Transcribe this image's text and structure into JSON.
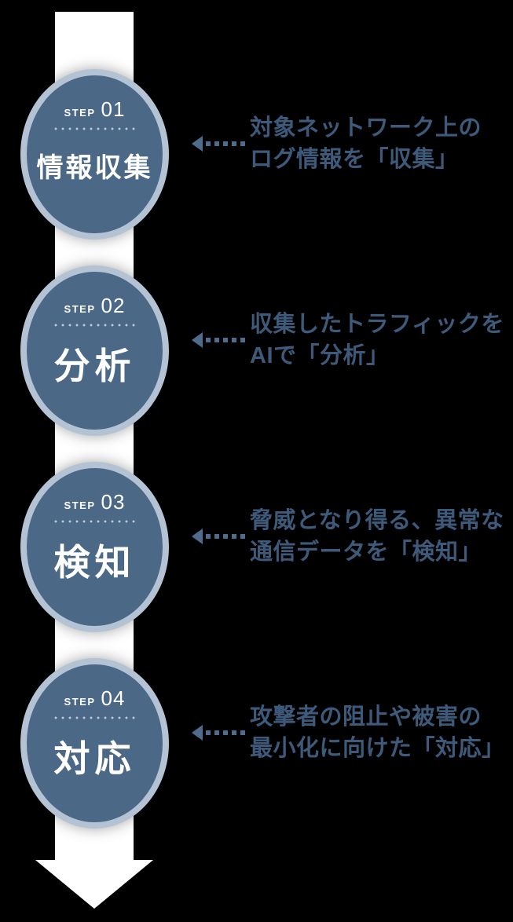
{
  "diagram": {
    "steps": [
      {
        "step_label": "STEP",
        "step_number": "01",
        "title": "情報収集",
        "desc_line1": "対象ネットワーク上の",
        "desc_line2": "ログ情報を「収集」"
      },
      {
        "step_label": "STEP",
        "step_number": "02",
        "title": "分析",
        "desc_line1": "収集したトラフィックを",
        "desc_line2": "AIで「分析」"
      },
      {
        "step_label": "STEP",
        "step_number": "03",
        "title": "検知",
        "desc_line1": "脅威となり得る、異常な",
        "desc_line2": "通信データを「検知」"
      },
      {
        "step_label": "STEP",
        "step_number": "04",
        "title": "対応",
        "desc_line1": "攻撃者の阻止や被害の",
        "desc_line2": "最小化に向けた「対応」"
      }
    ],
    "colors": {
      "background": "#000000",
      "flow_arrow": "#ffffff",
      "circle_fill": "#4b6887",
      "circle_ring": "#b4c3d4",
      "circle_text": "#ffffff",
      "description_text": "#3e5a7a",
      "pointer_arrow": "#4f6c8d"
    }
  }
}
